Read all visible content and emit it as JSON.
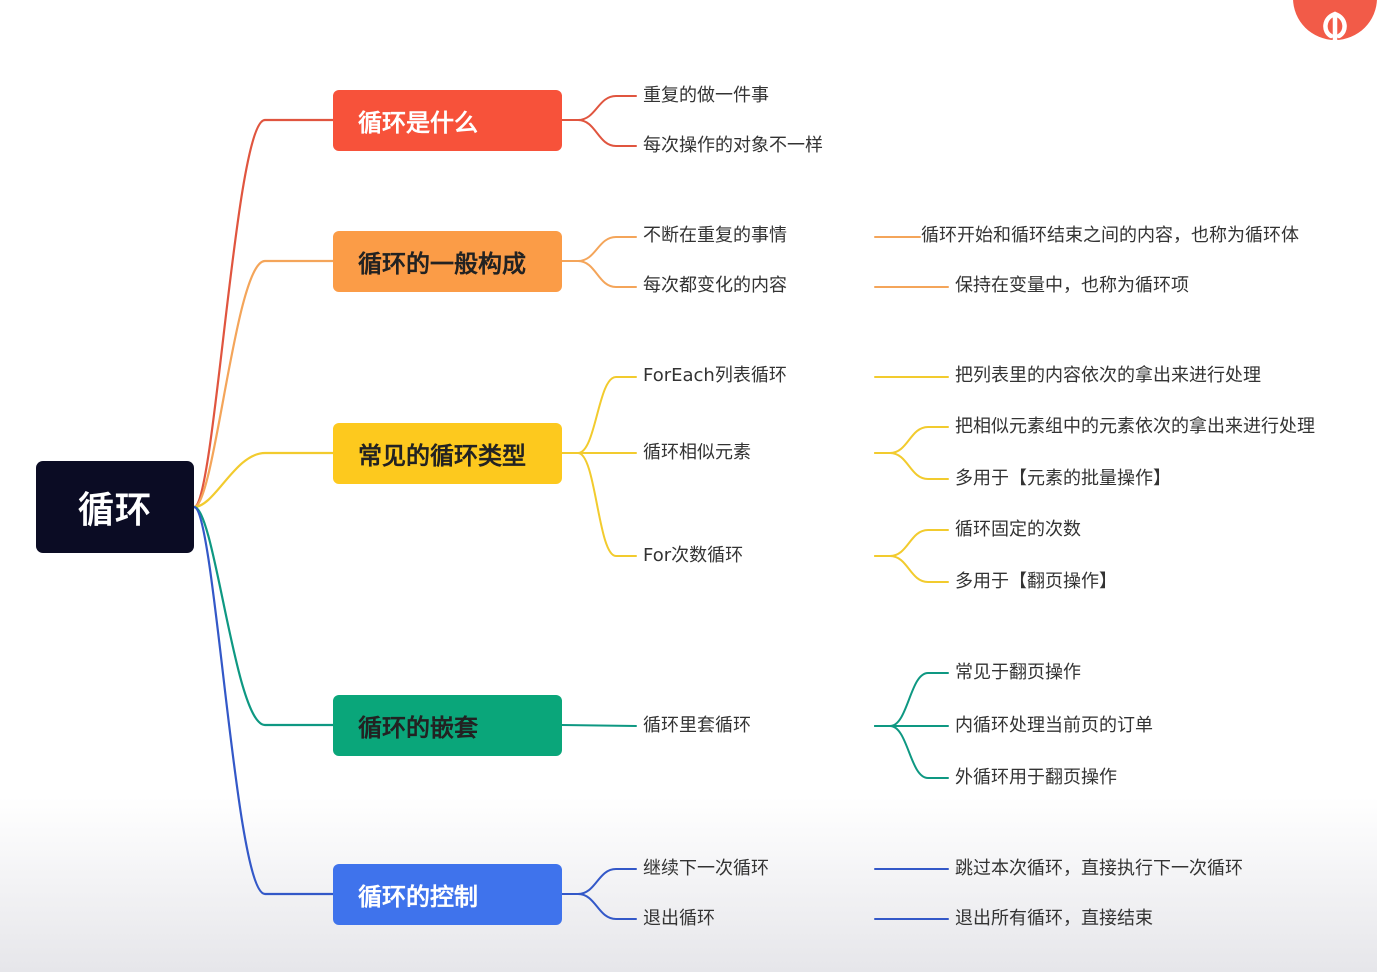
{
  "root": {
    "label": "循环"
  },
  "branches": [
    {
      "label": "循环是什么",
      "color": "#f7523a",
      "text_color": "#ffffff",
      "line_color": "#e0553f",
      "children": [
        {
          "label": "重复的做一件事",
          "details": []
        },
        {
          "label": "每次操作的对象不一样",
          "details": []
        }
      ]
    },
    {
      "label": "循环的一般构成",
      "color": "#fb9c47",
      "text_color": "#222222",
      "line_color": "#f4a55a",
      "children": [
        {
          "label": "不断在重复的事情",
          "details": [
            "循环开始和循环结束之间的内容，也称为循环体"
          ]
        },
        {
          "label": "每次都变化的内容",
          "details": [
            "保持在变量中，也称为循环项"
          ]
        }
      ]
    },
    {
      "label": "常见的循环类型",
      "color": "#fdc91e",
      "text_color": "#222222",
      "line_color": "#f2cb2e",
      "children": [
        {
          "label": "ForEach列表循环",
          "details": [
            "把列表里的内容依次的拿出来进行处理"
          ]
        },
        {
          "label": "循环相似元素",
          "details": [
            "把相似元素组中的元素依次的拿出来进行处理",
            "多用于【元素的批量操作】"
          ]
        },
        {
          "label": "For次数循环",
          "details": [
            "循环固定的次数",
            "多用于【翻页操作】"
          ]
        }
      ]
    },
    {
      "label": "循环的嵌套",
      "color": "#0aa67a",
      "text_color": "#222222",
      "line_color": "#0e9882",
      "children": [
        {
          "label": "循环里套循环",
          "details": [
            "常见于翻页操作",
            "内循环处理当前页的订单",
            "外循环用于翻页操作"
          ]
        }
      ]
    },
    {
      "label": "循环的控制",
      "color": "#3f73ec",
      "text_color": "#ffffff",
      "line_color": "#3358c8",
      "children": [
        {
          "label": "继续下一次循环",
          "details": [
            "跳过本次循环，直接执行下一次循环"
          ]
        },
        {
          "label": "退出循环",
          "details": [
            "退出所有循环，直接结束"
          ]
        }
      ]
    }
  ],
  "logo": {
    "icon": "brand-logo-icon",
    "color": "#f25b48"
  }
}
